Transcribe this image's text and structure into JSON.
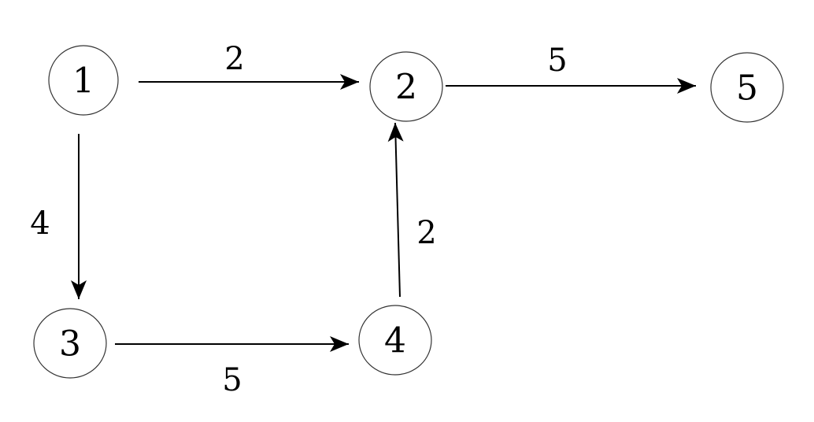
{
  "diagram": {
    "nodes": [
      {
        "id": "1",
        "label": "1"
      },
      {
        "id": "2",
        "label": "2"
      },
      {
        "id": "3",
        "label": "3"
      },
      {
        "id": "4",
        "label": "4"
      },
      {
        "id": "5",
        "label": "5"
      }
    ],
    "edges": [
      {
        "from": "1",
        "to": "2",
        "weight": "2"
      },
      {
        "from": "2",
        "to": "5",
        "weight": "5"
      },
      {
        "from": "1",
        "to": "3",
        "weight": "4"
      },
      {
        "from": "4",
        "to": "2",
        "weight": "2"
      },
      {
        "from": "3",
        "to": "4",
        "weight": "5"
      }
    ]
  }
}
